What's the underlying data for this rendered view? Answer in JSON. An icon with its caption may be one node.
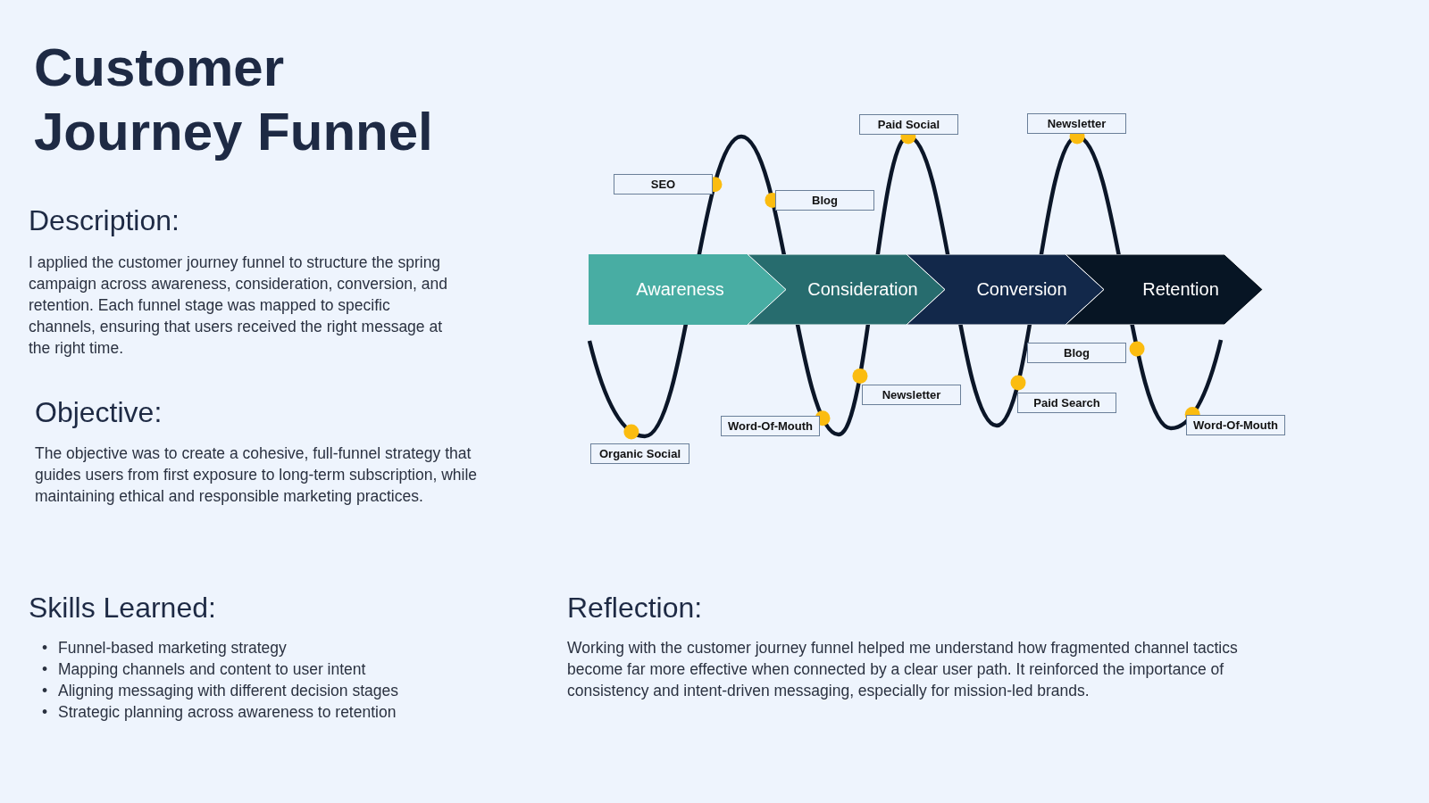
{
  "diagram": {
    "title": "Customer Journey Funnel",
    "nodes": [
      {
        "text": [
          "Awareness"
        ]
      },
      {
        "text": [
          "Consideration"
        ]
      },
      {
        "text": [
          "Conversion"
        ]
      },
      {
        "text": [
          "Retention"
        ]
      },
      {
        "text": [
          "Paid Social"
        ]
      },
      {
        "text": [
          "Newsletter"
        ]
      },
      {
        "text": [
          "SEO"
        ]
      },
      {
        "text": [
          "Blog"
        ]
      },
      {
        "text": [
          "Blog"
        ]
      },
      {
        "text": [
          "Newsletter"
        ]
      },
      {
        "text": [
          "Paid Search"
        ]
      },
      {
        "text": [
          "Word-Of-Mouth"
        ]
      },
      {
        "text": [
          "Word-Of-Mouth"
        ]
      },
      {
        "text": [
          "Organic Social"
        ]
      }
    ],
    "labels": [
      "Description:",
      "I applied the customer journey funnel to structure the spring campaign across awareness, consideration, conversion, and retention. Each funnel stage was mapped to specific channels, ensuring that users received the right message at the right time.",
      "Objective:",
      "The objective was to create a cohesive, full-funnel strategy that guides users from first exposure to long-term subscription, while maintaining ethical and responsible marketing practices.",
      "Skills Learned:",
      "•",
      "Funnel-based marketing strategy",
      "•",
      "Mapping channels and content to user intent",
      "•",
      "Aligning messaging with different decision stages",
      "•",
      "Strategic planning across awareness to retention",
      "Reflection:",
      "Working with the customer journey funnel helped me understand how fragmented channel tactics become far more effective when connected by a clear user path. It reinforced the importance of consistency and intent-driven messaging, especially for mission-led brands."
    ]
  }
}
